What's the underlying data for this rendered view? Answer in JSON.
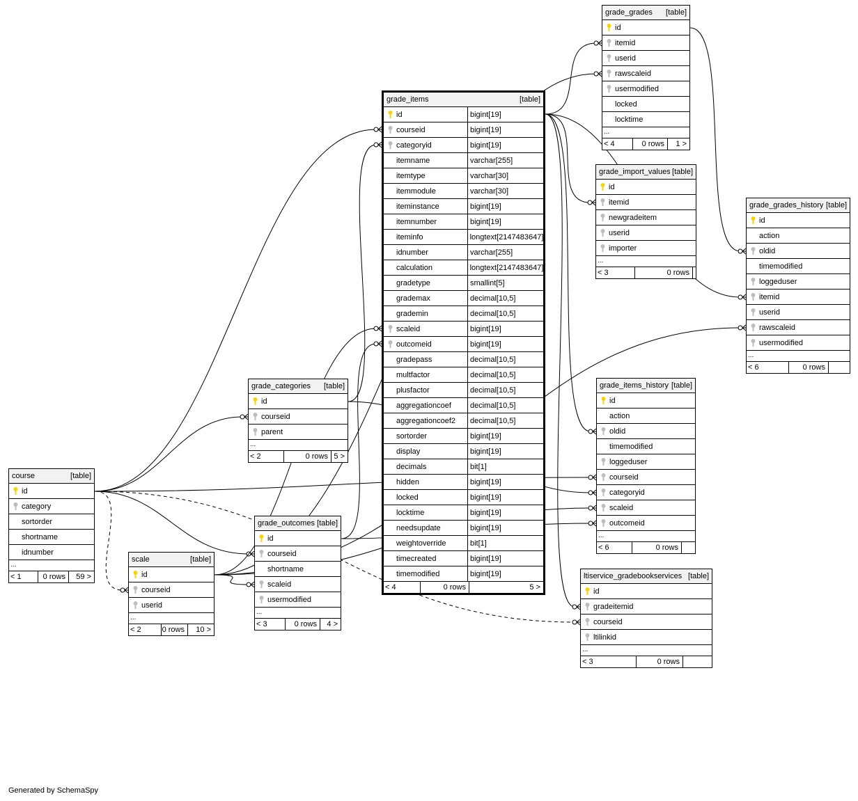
{
  "footer": "Generated by SchemaSpy",
  "tables": [
    {
      "key": "grade_grades",
      "name": "grade_grades",
      "type": "[table]",
      "columns": [
        {
          "name": "id",
          "key": "pk"
        },
        {
          "name": "itemid",
          "key": "fk"
        },
        {
          "name": "userid",
          "key": "fk"
        },
        {
          "name": "rawscaleid",
          "key": "fk"
        },
        {
          "name": "usermodified",
          "key": "fk"
        },
        {
          "name": "locked",
          "key": ""
        },
        {
          "name": "locktime",
          "key": ""
        }
      ],
      "more": "...",
      "parents": "< 4",
      "rows": "0 rows",
      "children": "1 >"
    },
    {
      "key": "grade_items",
      "name": "grade_items",
      "type": "[table]",
      "columns": [
        {
          "name": "id",
          "key": "pk",
          "type": "bigint[19]"
        },
        {
          "name": "courseid",
          "key": "fk",
          "type": "bigint[19]"
        },
        {
          "name": "categoryid",
          "key": "fk",
          "type": "bigint[19]"
        },
        {
          "name": "itemname",
          "key": "",
          "type": "varchar[255]"
        },
        {
          "name": "itemtype",
          "key": "",
          "type": "varchar[30]"
        },
        {
          "name": "itemmodule",
          "key": "",
          "type": "varchar[30]"
        },
        {
          "name": "iteminstance",
          "key": "",
          "type": "bigint[19]"
        },
        {
          "name": "itemnumber",
          "key": "",
          "type": "bigint[19]"
        },
        {
          "name": "iteminfo",
          "key": "",
          "type": "longtext[2147483647]"
        },
        {
          "name": "idnumber",
          "key": "",
          "type": "varchar[255]"
        },
        {
          "name": "calculation",
          "key": "",
          "type": "longtext[2147483647]"
        },
        {
          "name": "gradetype",
          "key": "",
          "type": "smallint[5]"
        },
        {
          "name": "grademax",
          "key": "",
          "type": "decimal[10,5]"
        },
        {
          "name": "grademin",
          "key": "",
          "type": "decimal[10,5]"
        },
        {
          "name": "scaleid",
          "key": "fk",
          "type": "bigint[19]"
        },
        {
          "name": "outcomeid",
          "key": "fk",
          "type": "bigint[19]"
        },
        {
          "name": "gradepass",
          "key": "",
          "type": "decimal[10,5]"
        },
        {
          "name": "multfactor",
          "key": "",
          "type": "decimal[10,5]"
        },
        {
          "name": "plusfactor",
          "key": "",
          "type": "decimal[10,5]"
        },
        {
          "name": "aggregationcoef",
          "key": "",
          "type": "decimal[10,5]"
        },
        {
          "name": "aggregationcoef2",
          "key": "",
          "type": "decimal[10,5]"
        },
        {
          "name": "sortorder",
          "key": "",
          "type": "bigint[19]"
        },
        {
          "name": "display",
          "key": "",
          "type": "bigint[19]"
        },
        {
          "name": "decimals",
          "key": "",
          "type": "bit[1]"
        },
        {
          "name": "hidden",
          "key": "",
          "type": "bigint[19]"
        },
        {
          "name": "locked",
          "key": "",
          "type": "bigint[19]"
        },
        {
          "name": "locktime",
          "key": "",
          "type": "bigint[19]"
        },
        {
          "name": "needsupdate",
          "key": "",
          "type": "bigint[19]"
        },
        {
          "name": "weightoverride",
          "key": "",
          "type": "bit[1]"
        },
        {
          "name": "timecreated",
          "key": "",
          "type": "bigint[19]"
        },
        {
          "name": "timemodified",
          "key": "",
          "type": "bigint[19]"
        }
      ],
      "more": "",
      "parents": "< 4",
      "rows": "0 rows",
      "children": "5 >"
    },
    {
      "key": "grade_import_values",
      "name": "grade_import_values",
      "type": "[table]",
      "columns": [
        {
          "name": "id",
          "key": "pk"
        },
        {
          "name": "itemid",
          "key": "fk"
        },
        {
          "name": "newgradeitem",
          "key": "fk"
        },
        {
          "name": "userid",
          "key": "fk"
        },
        {
          "name": "importer",
          "key": "fk"
        }
      ],
      "more": "...",
      "parents": "< 3",
      "rows": "0 rows",
      "children": ""
    },
    {
      "key": "grade_grades_history",
      "name": "grade_grades_history",
      "type": "[table]",
      "columns": [
        {
          "name": "id",
          "key": "pk"
        },
        {
          "name": "action",
          "key": ""
        },
        {
          "name": "oldid",
          "key": "fk"
        },
        {
          "name": "timemodified",
          "key": ""
        },
        {
          "name": "loggeduser",
          "key": "fk"
        },
        {
          "name": "itemid",
          "key": "fk"
        },
        {
          "name": "userid",
          "key": "fk"
        },
        {
          "name": "rawscaleid",
          "key": "fk"
        },
        {
          "name": "usermodified",
          "key": "fk"
        }
      ],
      "more": "...",
      "parents": "< 6",
      "rows": "0 rows",
      "children": ""
    },
    {
      "key": "grade_categories",
      "name": "grade_categories",
      "type": "[table]",
      "columns": [
        {
          "name": "id",
          "key": "pk"
        },
        {
          "name": "courseid",
          "key": "fk"
        },
        {
          "name": "parent",
          "key": "fk"
        }
      ],
      "more": "...",
      "parents": "< 2",
      "rows": "0 rows",
      "children": "5 >"
    },
    {
      "key": "grade_items_history",
      "name": "grade_items_history",
      "type": "[table]",
      "columns": [
        {
          "name": "id",
          "key": "pk"
        },
        {
          "name": "action",
          "key": ""
        },
        {
          "name": "oldid",
          "key": "fk"
        },
        {
          "name": "timemodified",
          "key": ""
        },
        {
          "name": "loggeduser",
          "key": "fk"
        },
        {
          "name": "courseid",
          "key": "fk"
        },
        {
          "name": "categoryid",
          "key": "fk"
        },
        {
          "name": "scaleid",
          "key": "fk"
        },
        {
          "name": "outcomeid",
          "key": "fk"
        }
      ],
      "more": "...",
      "parents": "< 6",
      "rows": "0 rows",
      "children": ""
    },
    {
      "key": "course",
      "name": "course",
      "type": "[table]",
      "columns": [
        {
          "name": "id",
          "key": "pk"
        },
        {
          "name": "category",
          "key": "fk"
        },
        {
          "name": "sortorder",
          "key": ""
        },
        {
          "name": "shortname",
          "key": ""
        },
        {
          "name": "idnumber",
          "key": ""
        }
      ],
      "more": "...",
      "parents": "< 1",
      "rows": "0 rows",
      "children": "59 >"
    },
    {
      "key": "grade_outcomes",
      "name": "grade_outcomes",
      "type": "[table]",
      "columns": [
        {
          "name": "id",
          "key": "pk"
        },
        {
          "name": "courseid",
          "key": "fk"
        },
        {
          "name": "shortname",
          "key": ""
        },
        {
          "name": "scaleid",
          "key": "fk"
        },
        {
          "name": "usermodified",
          "key": "fk"
        }
      ],
      "more": "...",
      "parents": "< 3",
      "rows": "0 rows",
      "children": "4 >"
    },
    {
      "key": "scale",
      "name": "scale",
      "type": "[table]",
      "columns": [
        {
          "name": "id",
          "key": "pk"
        },
        {
          "name": "courseid",
          "key": "fk"
        },
        {
          "name": "userid",
          "key": "fk"
        }
      ],
      "more": "...",
      "parents": "< 2",
      "rows": "0 rows",
      "children": "10 >"
    },
    {
      "key": "ltiservice_gradebookservices",
      "name": "ltiservice_gradebookservices",
      "type": "[table]",
      "columns": [
        {
          "name": "id",
          "key": "pk"
        },
        {
          "name": "gradeitemid",
          "key": "fk"
        },
        {
          "name": "courseid",
          "key": "fk"
        },
        {
          "name": "ltilinkid",
          "key": "fk"
        }
      ],
      "more": "...",
      "parents": "< 3",
      "rows": "0 rows",
      "children": ""
    }
  ],
  "relationships": [
    {
      "parent": "grade_items.id",
      "child": "grade_grades.itemid",
      "implied": false
    },
    {
      "parent": "grade_items.id",
      "child": "grade_import_values.itemid",
      "implied": false
    },
    {
      "parent": "grade_items.id",
      "child": "grade_grades_history.itemid",
      "implied": false
    },
    {
      "parent": "grade_items.id",
      "child": "grade_items_history.oldid",
      "implied": false
    },
    {
      "parent": "grade_items.id",
      "child": "ltiservice_gradebookservices.gradeitemid",
      "implied": false
    },
    {
      "parent": "grade_grades.id",
      "child": "grade_grades_history.oldid",
      "implied": false
    },
    {
      "parent": "course.id",
      "child": "grade_items.courseid",
      "implied": false
    },
    {
      "parent": "course.id",
      "child": "grade_categories.courseid",
      "implied": false
    },
    {
      "parent": "course.id",
      "child": "grade_outcomes.courseid",
      "implied": false
    },
    {
      "parent": "course.id",
      "child": "grade_items_history.courseid",
      "implied": false
    },
    {
      "parent": "course.id",
      "child": "scale.courseid",
      "implied": true
    },
    {
      "parent": "course.id",
      "child": "ltiservice_gradebookservices.courseid",
      "implied": true
    },
    {
      "parent": "grade_categories.id",
      "child": "grade_items.categoryid",
      "implied": false
    },
    {
      "parent": "grade_categories.id",
      "child": "grade_items_history.categoryid",
      "implied": false
    },
    {
      "parent": "scale.id",
      "child": "grade_items.scaleid",
      "implied": false
    },
    {
      "parent": "scale.id",
      "child": "grade_grades.rawscaleid",
      "implied": false
    },
    {
      "parent": "scale.id",
      "child": "grade_outcomes.scaleid",
      "implied": false
    },
    {
      "parent": "scale.id",
      "child": "grade_items_history.scaleid",
      "implied": false
    },
    {
      "parent": "scale.id",
      "child": "grade_grades_history.rawscaleid",
      "implied": false
    },
    {
      "parent": "grade_outcomes.id",
      "child": "grade_items.outcomeid",
      "implied": false
    },
    {
      "parent": "grade_outcomes.id",
      "child": "grade_items_history.outcomeid",
      "implied": false
    }
  ]
}
